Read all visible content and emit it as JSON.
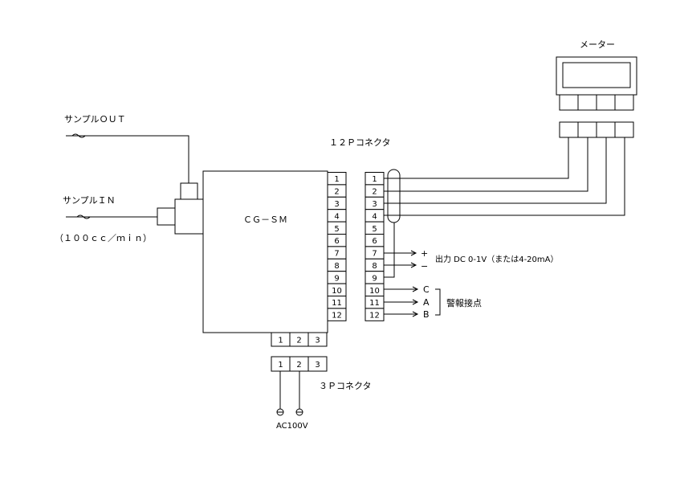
{
  "labels": {
    "meter": "メーター",
    "sample_out": "サンプルＯＵＴ",
    "sample_in": "サンプルＩＮ",
    "flow_rate": "（１００ｃｃ／ｍｉｎ）",
    "device": "ＣＧ－ＳＭ",
    "connector_12p": "１２Ｐコネクタ",
    "connector_3p": "３Ｐコネクタ",
    "output": "出力 DC 0-1V（または4-20mA）",
    "plus": "+",
    "minus": "−",
    "alarm": "警報接点",
    "power": "AC100V"
  },
  "alarm_terminals": [
    "C",
    "A",
    "B"
  ],
  "pins_12": [
    "1",
    "2",
    "3",
    "4",
    "5",
    "6",
    "7",
    "8",
    "9",
    "10",
    "11",
    "12"
  ],
  "pins_3": [
    "1",
    "2",
    "3"
  ]
}
